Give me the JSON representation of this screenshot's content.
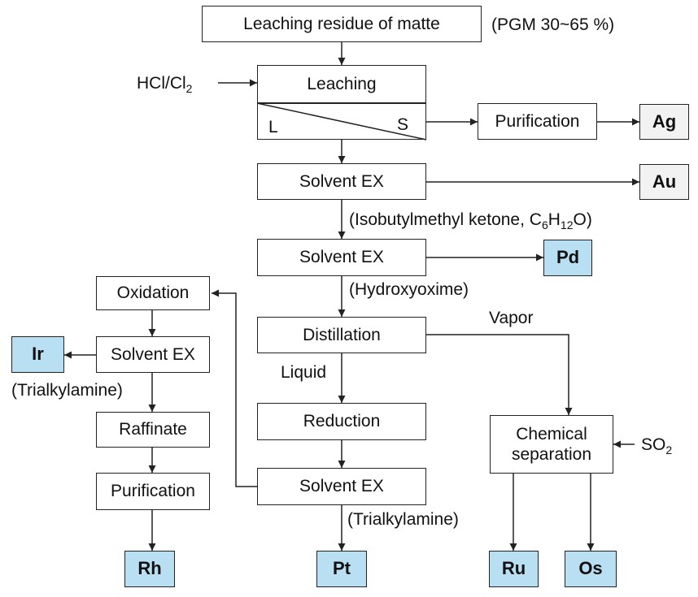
{
  "nodes": {
    "leaching_residue": "Leaching residue of matte",
    "leaching": "Leaching",
    "solid_liquid_split_liquid": "L",
    "solid_liquid_split_solid": "S",
    "purification_ag": "Purification",
    "solvent_ex_au": "Solvent EX",
    "solvent_ex_pd": "Solvent EX",
    "distillation": "Distillation",
    "reduction": "Reduction",
    "solvent_ex_pt": "Solvent EX",
    "chemical_separation_line1": "Chemical",
    "chemical_separation_line2": "separation",
    "oxidation": "Oxidation",
    "solvent_ex_ir": "Solvent EX",
    "raffinate": "Raffinate",
    "purification_rh": "Purification"
  },
  "products": {
    "ag": "Ag",
    "au": "Au",
    "pd": "Pd",
    "ir": "Ir",
    "rh": "Rh",
    "pt": "Pt",
    "ru": "Ru",
    "os": "Os"
  },
  "annotations": {
    "pgm_content": "(PGM 30~65 %)",
    "hcl_cl2_main": "HCl/Cl",
    "hcl_cl2_sub": "2",
    "mibk_prefix": "(Isobutylmethyl ketone, C",
    "mibk_sub1": "6",
    "mibk_mid": "H",
    "mibk_sub2": "12",
    "mibk_suffix": "O)",
    "hydroxyoxime": "(Hydroxyoxime)",
    "vapor": "Vapor",
    "liquid": "Liquid",
    "trialkylamine_ir": "(Trialkylamine)",
    "trialkylamine_pt": "(Trialkylamine)",
    "so2_main": "SO",
    "so2_sub": "2"
  },
  "colors": {
    "line": "#222222",
    "product_grey": "#f2f2f2",
    "product_blue": "#b9dff3"
  }
}
